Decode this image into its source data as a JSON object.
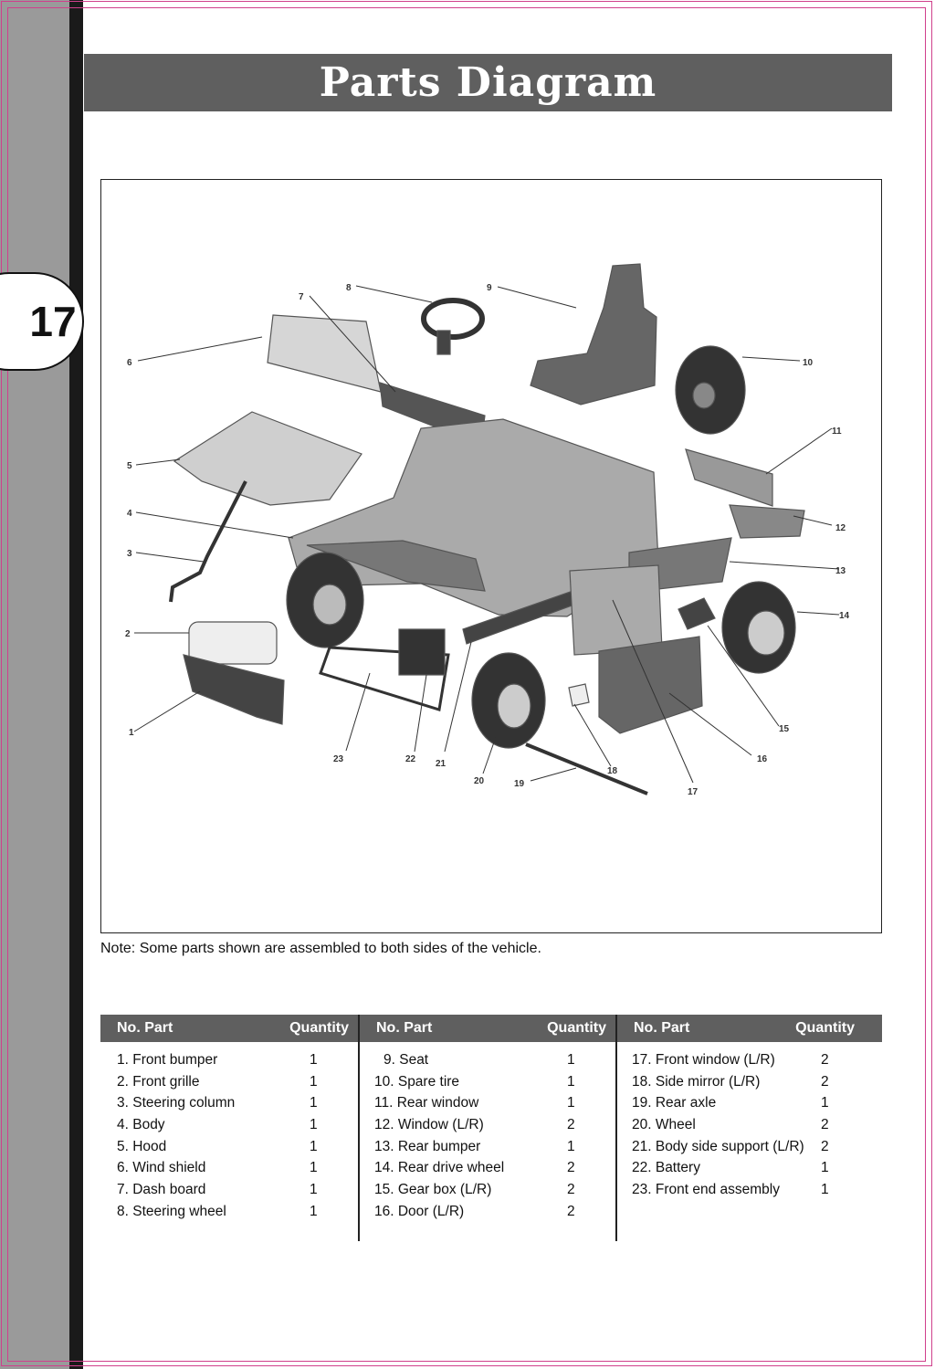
{
  "page": {
    "number": "17",
    "title": "Parts Diagram"
  },
  "note": "Note: Some parts shown are assembled to both sides of the vehicle.",
  "table": {
    "header_part": "No. Part",
    "header_qty": "Quantity",
    "columns": [
      [
        {
          "name": "1. Front bumper",
          "qty": "1"
        },
        {
          "name": "2. Front grille",
          "qty": "1"
        },
        {
          "name": "3. Steering column",
          "qty": "1"
        },
        {
          "name": "4. Body",
          "qty": "1"
        },
        {
          "name": "5. Hood",
          "qty": "1"
        },
        {
          "name": "6. Wind shield",
          "qty": "1"
        },
        {
          "name": "7. Dash board",
          "qty": "1"
        },
        {
          "name": "8. Steering wheel",
          "qty": "1"
        }
      ],
      [
        {
          "name": "9. Seat",
          "qty": "1"
        },
        {
          "name": "10. Spare tire",
          "qty": "1"
        },
        {
          "name": "11. Rear window",
          "qty": "1"
        },
        {
          "name": "12. Window (L/R)",
          "qty": "2"
        },
        {
          "name": "13. Rear bumper",
          "qty": "1"
        },
        {
          "name": "14. Rear drive wheel",
          "qty": "2"
        },
        {
          "name": "15. Gear box (L/R)",
          "qty": "2"
        },
        {
          "name": "16. Door (L/R)",
          "qty": "2"
        }
      ],
      [
        {
          "name": "17. Front window (L/R)",
          "qty": "2"
        },
        {
          "name": "18. Side mirror (L/R)",
          "qty": "2"
        },
        {
          "name": "19. Rear axle",
          "qty": "1"
        },
        {
          "name": "20. Wheel",
          "qty": "2"
        },
        {
          "name": "21. Body side support (L/R)",
          "qty": "2"
        },
        {
          "name": "22. Battery",
          "qty": "1"
        },
        {
          "name": "23. Front end assembly",
          "qty": "1"
        }
      ]
    ]
  },
  "diagram": {
    "labels": [
      "1",
      "2",
      "3",
      "4",
      "5",
      "6",
      "7",
      "8",
      "9",
      "10",
      "11",
      "12",
      "13",
      "14",
      "15",
      "16",
      "17",
      "18",
      "19",
      "20",
      "21",
      "22",
      "23"
    ]
  }
}
